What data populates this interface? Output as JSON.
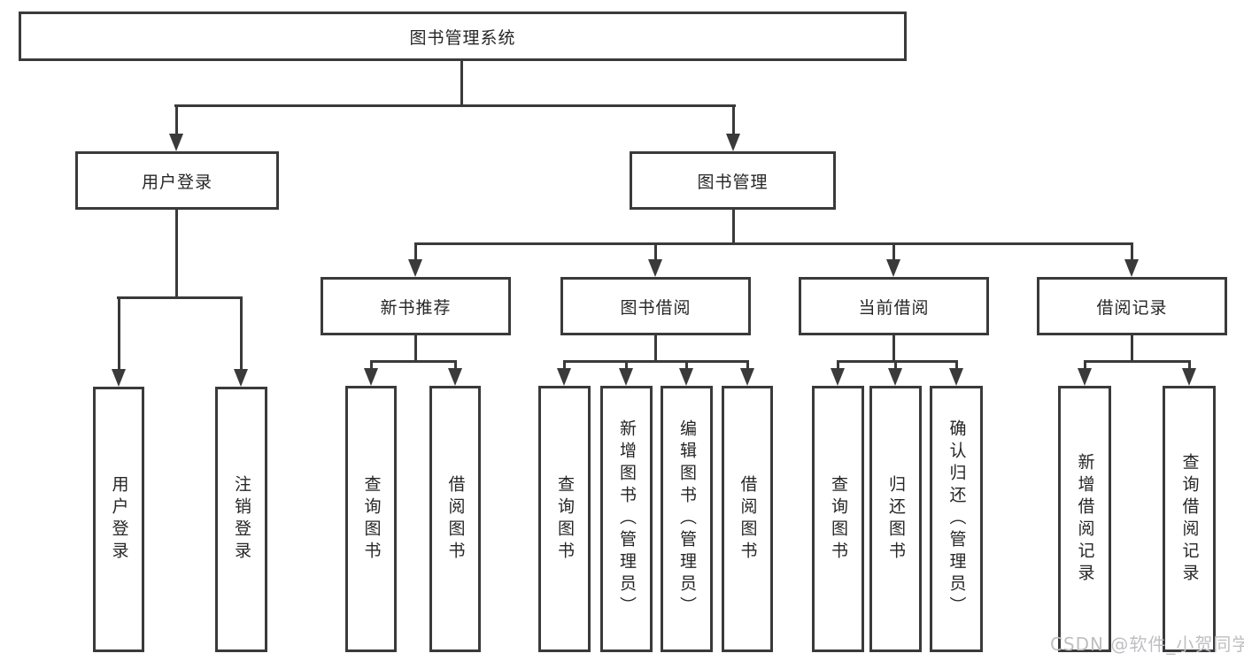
{
  "diagram": {
    "title": "图书管理系统",
    "branches": [
      {
        "label": "用户登录",
        "children": [
          {
            "label": "用户登录"
          },
          {
            "label": "注销登录"
          }
        ]
      },
      {
        "label": "图书管理",
        "children": [
          {
            "label": "新书推荐",
            "children": [
              {
                "label": "查询图书"
              },
              {
                "label": "借阅图书"
              }
            ]
          },
          {
            "label": "图书借阅",
            "children": [
              {
                "label": "查询图书"
              },
              {
                "label": "新增图书（管理员）"
              },
              {
                "label": "编辑图书（管理员）"
              },
              {
                "label": "借阅图书"
              }
            ]
          },
          {
            "label": "当前借阅",
            "children": [
              {
                "label": "查询图书"
              },
              {
                "label": "归还图书"
              },
              {
                "label": "确认归还（管理员）"
              }
            ]
          },
          {
            "label": "借阅记录",
            "children": [
              {
                "label": "新增借阅记录"
              },
              {
                "label": "查询借阅记录"
              }
            ]
          }
        ]
      }
    ]
  },
  "watermark": {
    "text": "CSDN @软件_小贺同学"
  },
  "colors": {
    "line": "#3a3a3a",
    "text": "#262626",
    "watermark": "#bfbfc3",
    "background": "#ffffff"
  }
}
